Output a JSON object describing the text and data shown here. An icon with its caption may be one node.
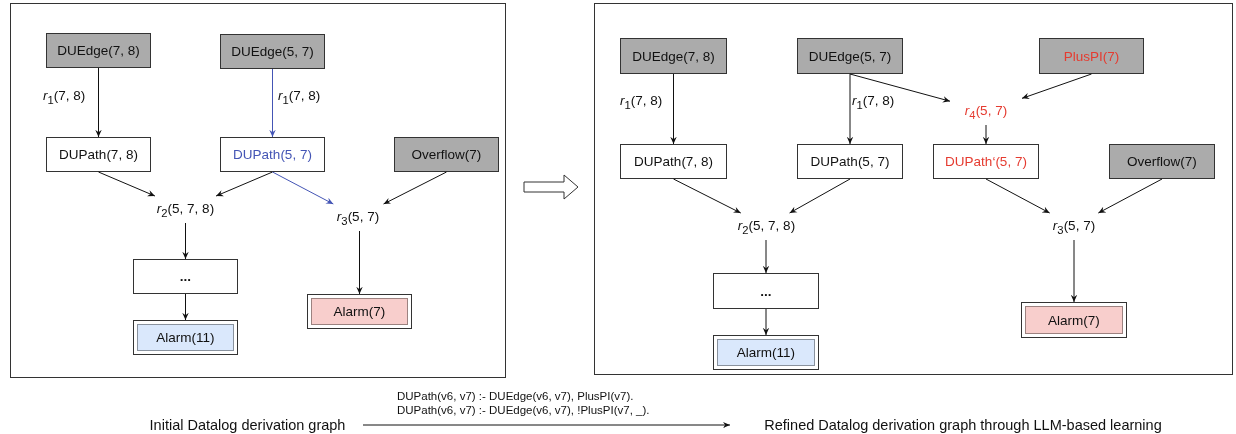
{
  "diagram": {
    "nodes": [
      {
        "text": [],
        "shape": "box"
      },
      {
        "text": [
          "DUEdge(7, 8)"
        ],
        "in": 0
      },
      {
        "text": [
          "DUEdge(5, 7)"
        ],
        "in": 0
      },
      {
        "text": [
          "DUPath(7, 8)"
        ],
        "in": 0
      },
      {
        "text": [
          "DUPath(5, 7)"
        ],
        "in": 0
      },
      {
        "text": [
          "Overflow(7)"
        ],
        "in": 0
      },
      {
        "text": [
          "*r*$_{2}$(5, 7, 8)"
        ],
        "in": 0
      },
      {
        "text": [
          "*r*$_{3}$(5, 7)"
        ],
        "in": 0
      },
      {
        "text": [
          "..."
        ],
        "in": 0
      },
      {
        "text": [
          "Alarm(11)"
        ],
        "in": 0
      },
      {
        "text": [
          "Alarm(7)"
        ],
        "in": 0
      },
      {
        "text": [],
        "shape": "box"
      },
      {
        "text": [
          "DUEdge(7, 8)"
        ],
        "in": 11
      },
      {
        "text": [
          "DUEdge(5, 7)"
        ],
        "in": 11
      },
      {
        "text": [
          "PlusPI(7)"
        ],
        "in": 11
      },
      {
        "text": [
          "*r*$_{4}$(5, 7)"
        ],
        "in": 11
      },
      {
        "text": [
          "DUPath(7, 8)"
        ],
        "in": 11
      },
      {
        "text": [
          "DUPath(5, 7)"
        ],
        "in": 11
      },
      {
        "text": [
          "DUPath‘(5, 7)"
        ],
        "in": 11
      },
      {
        "text": [
          "Overflow(7)"
        ],
        "in": 11
      },
      {
        "text": [
          "*r*$_{2}$(5, 7, 8)"
        ],
        "in": 11
      },
      {
        "text": [
          "*r*$_{3}$(5, 7)"
        ],
        "in": 11
      },
      {
        "text": [
          "..."
        ],
        "in": 11
      },
      {
        "text": [
          "Alarm(11)"
        ],
        "in": 11
      },
      {
        "text": [
          "Alarm(7)"
        ],
        "in": 11
      },
      {
        "text": [
          "Initial Datalog derivation graph"
        ]
      },
      {
        "text": [
          "Refined Datalog derivation graph through LLM-based learning"
        ]
      }
    ],
    "edges": [
      {
        "from": 1,
        "to": 3,
        "arrow": "to",
        "label": "*r*$_{1}$(7, 8)"
      },
      {
        "from": 2,
        "to": 4,
        "arrow": "to",
        "label": "*r*$_{1}$(7, 8)",
        "color": "#4455b5"
      },
      {
        "from": 3,
        "to": 6,
        "arrow": "to"
      },
      {
        "from": 4,
        "to": 6,
        "arrow": "to"
      },
      {
        "from": 4,
        "to": 7,
        "arrow": "to",
        "color": "#4455b5"
      },
      {
        "from": 5,
        "to": 7,
        "arrow": "to"
      },
      {
        "from": 6,
        "to": 8,
        "arrow": "to"
      },
      {
        "from": 8,
        "to": 9,
        "arrow": "to"
      },
      {
        "from": 7,
        "to": 10,
        "arrow": "to"
      },
      {
        "from": 0,
        "to": 11,
        "arrow": "to",
        "style": "thick"
      },
      {
        "from": 12,
        "to": 16,
        "arrow": "to",
        "label": "*r*$_{1}$(7, 8)"
      },
      {
        "from": 13,
        "to": 17,
        "arrow": "to",
        "label": "*r*$_{1}$(7, 8)"
      },
      {
        "from": 13,
        "to": 15,
        "arrow": "to"
      },
      {
        "from": 14,
        "to": 15,
        "arrow": "to"
      },
      {
        "from": 15,
        "to": 18,
        "arrow": "to"
      },
      {
        "from": 16,
        "to": 20,
        "arrow": "to"
      },
      {
        "from": 17,
        "to": 20,
        "arrow": "to"
      },
      {
        "from": 18,
        "to": 21,
        "arrow": "to"
      },
      {
        "from": 19,
        "to": 21,
        "arrow": "to"
      },
      {
        "from": 20,
        "to": 22,
        "arrow": "to"
      },
      {
        "from": 22,
        "to": 23,
        "arrow": "to"
      },
      {
        "from": 21,
        "to": 24,
        "arrow": "to"
      },
      {
        "from": 25,
        "to": 26,
        "arrow": "to",
        "label": "DUPath(v6, v7) :- DUEdge(v6, v7), PlusPI(v7). DUPath(v6, v7) :- DUEdge(v6, v7), !PlusPI(v7, _)."
      }
    ]
  }
}
